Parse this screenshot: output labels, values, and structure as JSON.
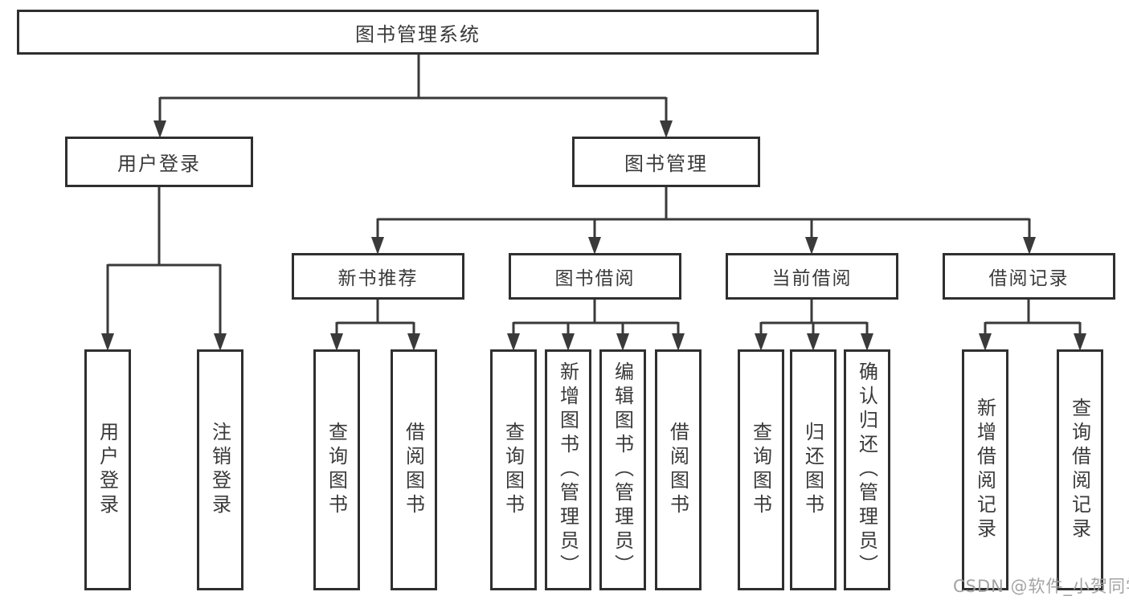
{
  "diagram": {
    "root": "图书管理系统",
    "branches": [
      {
        "label": "用户登录",
        "children": [
          "用户登录",
          "注销登录"
        ]
      },
      {
        "label": "图书管理",
        "groups": [
          {
            "label": "新书推荐",
            "children": [
              "查询图书",
              "借阅图书"
            ]
          },
          {
            "label": "图书借阅",
            "children": [
              "查询图书",
              "新增图书（管理员）",
              "编辑图书（管理员）",
              "借阅图书"
            ]
          },
          {
            "label": "当前借阅",
            "children": [
              "查询图书",
              "归还图书",
              "确认归还（管理员）"
            ]
          },
          {
            "label": "借阅记录",
            "children": [
              "新增借阅记录",
              "查询借阅记录"
            ]
          }
        ]
      }
    ]
  },
  "watermark": {
    "text": "CSDN @软件_小贺同学",
    "color": "#9e9e9e"
  },
  "colors": {
    "line": "#3a3a3a",
    "box_border": "#2f2f2f",
    "text": "#3a3a3a",
    "background": "#ffffff"
  }
}
